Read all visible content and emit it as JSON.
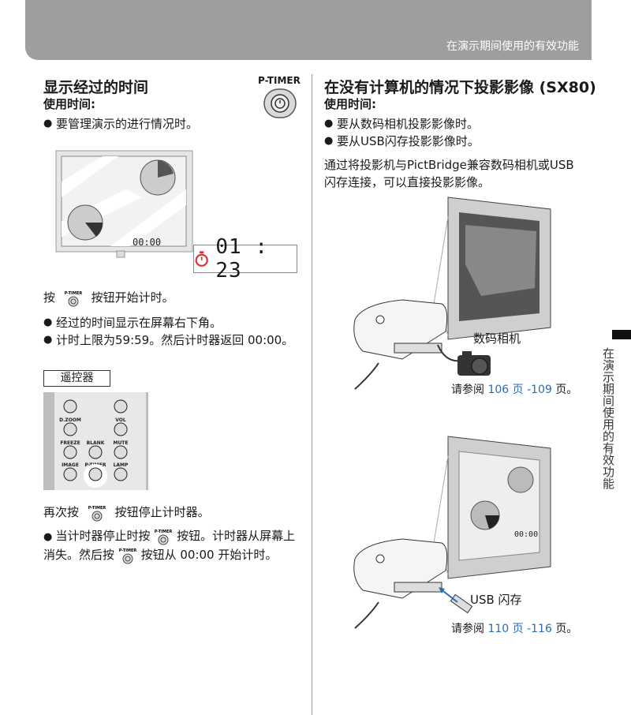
{
  "header": {
    "title": "在演示期间使用的有效功能"
  },
  "left": {
    "title": "显示经过的时间",
    "usage_label": "使用时间:",
    "usage_items": [
      "要管理演示的进行情况时。"
    ],
    "ptimer_label": "P-TIMER",
    "screen_time": "00:00",
    "timer_value": "01 : 23",
    "press_start_pre": "按",
    "press_start_post": "按钮开始计时。",
    "notes1": [
      "经过的时间显示在屏幕右下角。",
      "计时上限为59:59。然后计时器返回 00:00。"
    ],
    "remote_label": "遥控器",
    "remote_buttons": [
      {
        "label": "D.ZOOM"
      },
      {
        "label": "VOL"
      },
      {
        "label": "FREEZE"
      },
      {
        "label": "BLANK"
      },
      {
        "label": "MUTE"
      },
      {
        "label": "IMAGE"
      },
      {
        "label": "P-TIMER"
      },
      {
        "label": "LAMP"
      }
    ],
    "press_stop_pre": "再次按",
    "press_stop_post": "按钮停止计时器。",
    "note2_a": "当计时器停止时按",
    "note2_b": "按钮。计时器从屏幕上消失。然后按",
    "note2_c": "按钮从 00:00 开始计时。",
    "small_icon_label": "P-TIMER"
  },
  "right": {
    "title": "在没有计算机的情况下投影影像 (SX80)",
    "usage_label": "使用时间:",
    "usage_items": [
      "要从数码相机投影影像时。",
      "要从USB闪存投影影像时。"
    ],
    "description": "通过将投影机与PictBridge兼容数码相机或USB闪存连接，可以直接投影影像。",
    "camera_label": "数码相机",
    "camera_ref_pre": "请参阅",
    "camera_ref_pages": "106 页 -109",
    "camera_ref_post": "页。",
    "usb_label": "USB 闪存",
    "usb_ref_pre": "请参阅",
    "usb_ref_pages": "110 页 -116",
    "usb_ref_post": "页。",
    "usb_screen_time": "00:00"
  },
  "side_tab": {
    "label": "在演示期间使用的有效功能"
  }
}
